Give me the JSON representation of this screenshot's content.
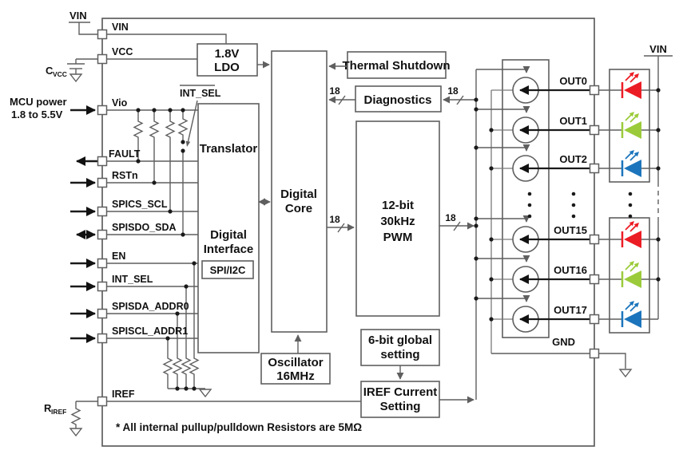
{
  "external": {
    "vin_top_left": "VIN",
    "vin_top_right": "VIN",
    "cvcc": {
      "main": "C",
      "sub": "VCC"
    },
    "riref": {
      "main": "R",
      "sub": "IREF"
    },
    "mcu": {
      "line1": "MCU power",
      "line2": "1.8 to 5.5V"
    },
    "int_sel_overline": "INT_SEL"
  },
  "pins": {
    "left": [
      {
        "label": "VIN"
      },
      {
        "label": "VCC"
      },
      {
        "label": "Vio"
      },
      {
        "label": "FAULT"
      },
      {
        "label": "RSTn"
      },
      {
        "label": "SPICS_SCL"
      },
      {
        "label": "SPISDO_SDA"
      },
      {
        "label": "EN"
      },
      {
        "label": "INT_SEL"
      },
      {
        "label": "SPISDA_ADDR0"
      },
      {
        "label": "SPISCL_ADDR1"
      },
      {
        "label": "IREF"
      }
    ],
    "gnd": "GND"
  },
  "outputs": {
    "rows": [
      {
        "label": "OUT0",
        "color": "red"
      },
      {
        "label": "OUT1",
        "color": "green"
      },
      {
        "label": "OUT2",
        "color": "blue"
      },
      {
        "label": "OUT15",
        "color": "red"
      },
      {
        "label": "OUT16",
        "color": "green"
      },
      {
        "label": "OUT17",
        "color": "blue"
      }
    ]
  },
  "blocks": {
    "ldo": {
      "line1": "1.8V",
      "line2": "LDO"
    },
    "translator": {
      "title": "Translator",
      "sub1": "Digital",
      "sub2": "Interface",
      "mode": "SPI/I2C"
    },
    "core": {
      "line1": "Digital",
      "line2": "Core"
    },
    "oscillator": {
      "line1": "Oscillator",
      "line2": "16MHz"
    },
    "thermal": {
      "label": "Thermal Shutdown"
    },
    "diagnostics": {
      "label": "Diagnostics"
    },
    "pwm": {
      "line1": "12-bit",
      "line2": "30kHz",
      "line3": "PWM"
    },
    "global6": {
      "line1": "6-bit global",
      "line2": "setting"
    },
    "irefset": {
      "line1": "IREF Current",
      "line2": "Setting"
    }
  },
  "buses": {
    "width_label": "18"
  },
  "footnote": "* All internal pullup/pulldown Resistors are 5MΩ",
  "colors": {
    "led_red": "#EC1C24",
    "led_green": "#9BCB3B",
    "led_blue": "#1C75BC",
    "wire": "#5f5f5f"
  }
}
